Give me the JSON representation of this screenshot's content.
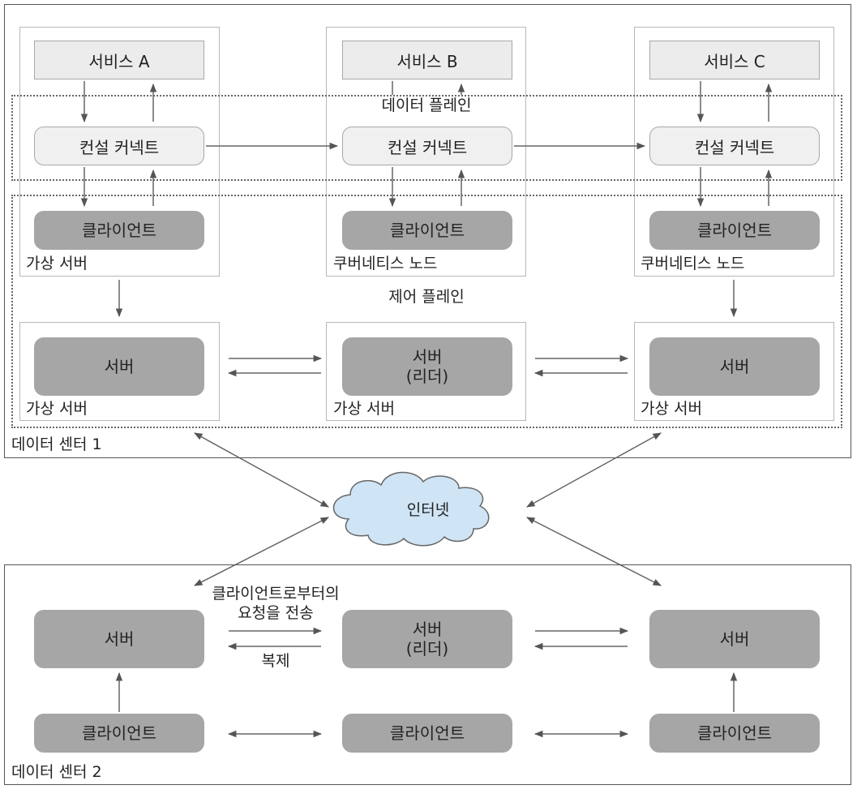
{
  "dc1": {
    "label": "데이터 센터 1",
    "data_plane": "데이터 플레인",
    "control_plane": "제어 플레인",
    "services": [
      "서비스 A",
      "서비스 B",
      "서비스 C"
    ],
    "consul_connect": "컨설 커넥트",
    "client": "클라이언트",
    "hosts": [
      "가상 서버",
      "쿠버네티스 노드",
      "쿠버네티스 노드"
    ],
    "server": "서버",
    "leader_line1": "서버",
    "leader_line2": "(리더)",
    "server_host": "가상 서버"
  },
  "internet": "인터넷",
  "dc2": {
    "label": "데이터 센터 2",
    "server": "서버",
    "leader_line1": "서버",
    "leader_line2": "(리더)",
    "client": "클라이언트",
    "forward_line1": "클라이언트로부터의",
    "forward_line2": "요청을 전송",
    "replicate": "복제"
  },
  "colors": {
    "pill": "#a6a6a6",
    "cloud": "#cfe4f4",
    "line": "#555555"
  }
}
